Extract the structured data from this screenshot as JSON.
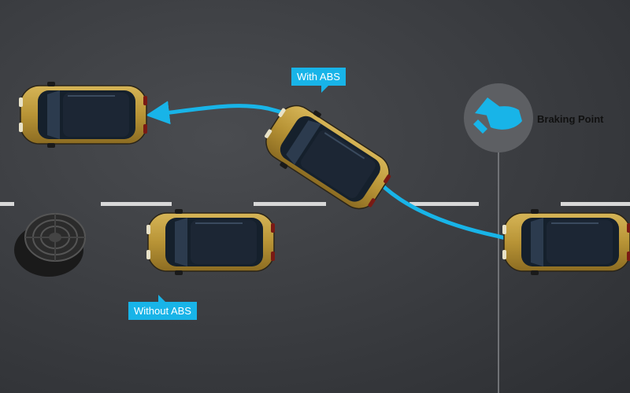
{
  "labels": {
    "with_abs": "With ABS",
    "without_abs": "Without ABS",
    "braking_point": "Braking Point"
  },
  "icons": {
    "braking": "car-skid-icon",
    "manhole": "manhole-cover-icon",
    "arrow": "arrow-left-icon"
  },
  "colors": {
    "road": "#3b3d41",
    "path": "#18b4e8",
    "callout": "#18b4e8",
    "car_body": "#b89436",
    "car_glass": "#1c2634",
    "lane_marking": "#d8d8d8",
    "braking_circle": "#5d5f63"
  }
}
